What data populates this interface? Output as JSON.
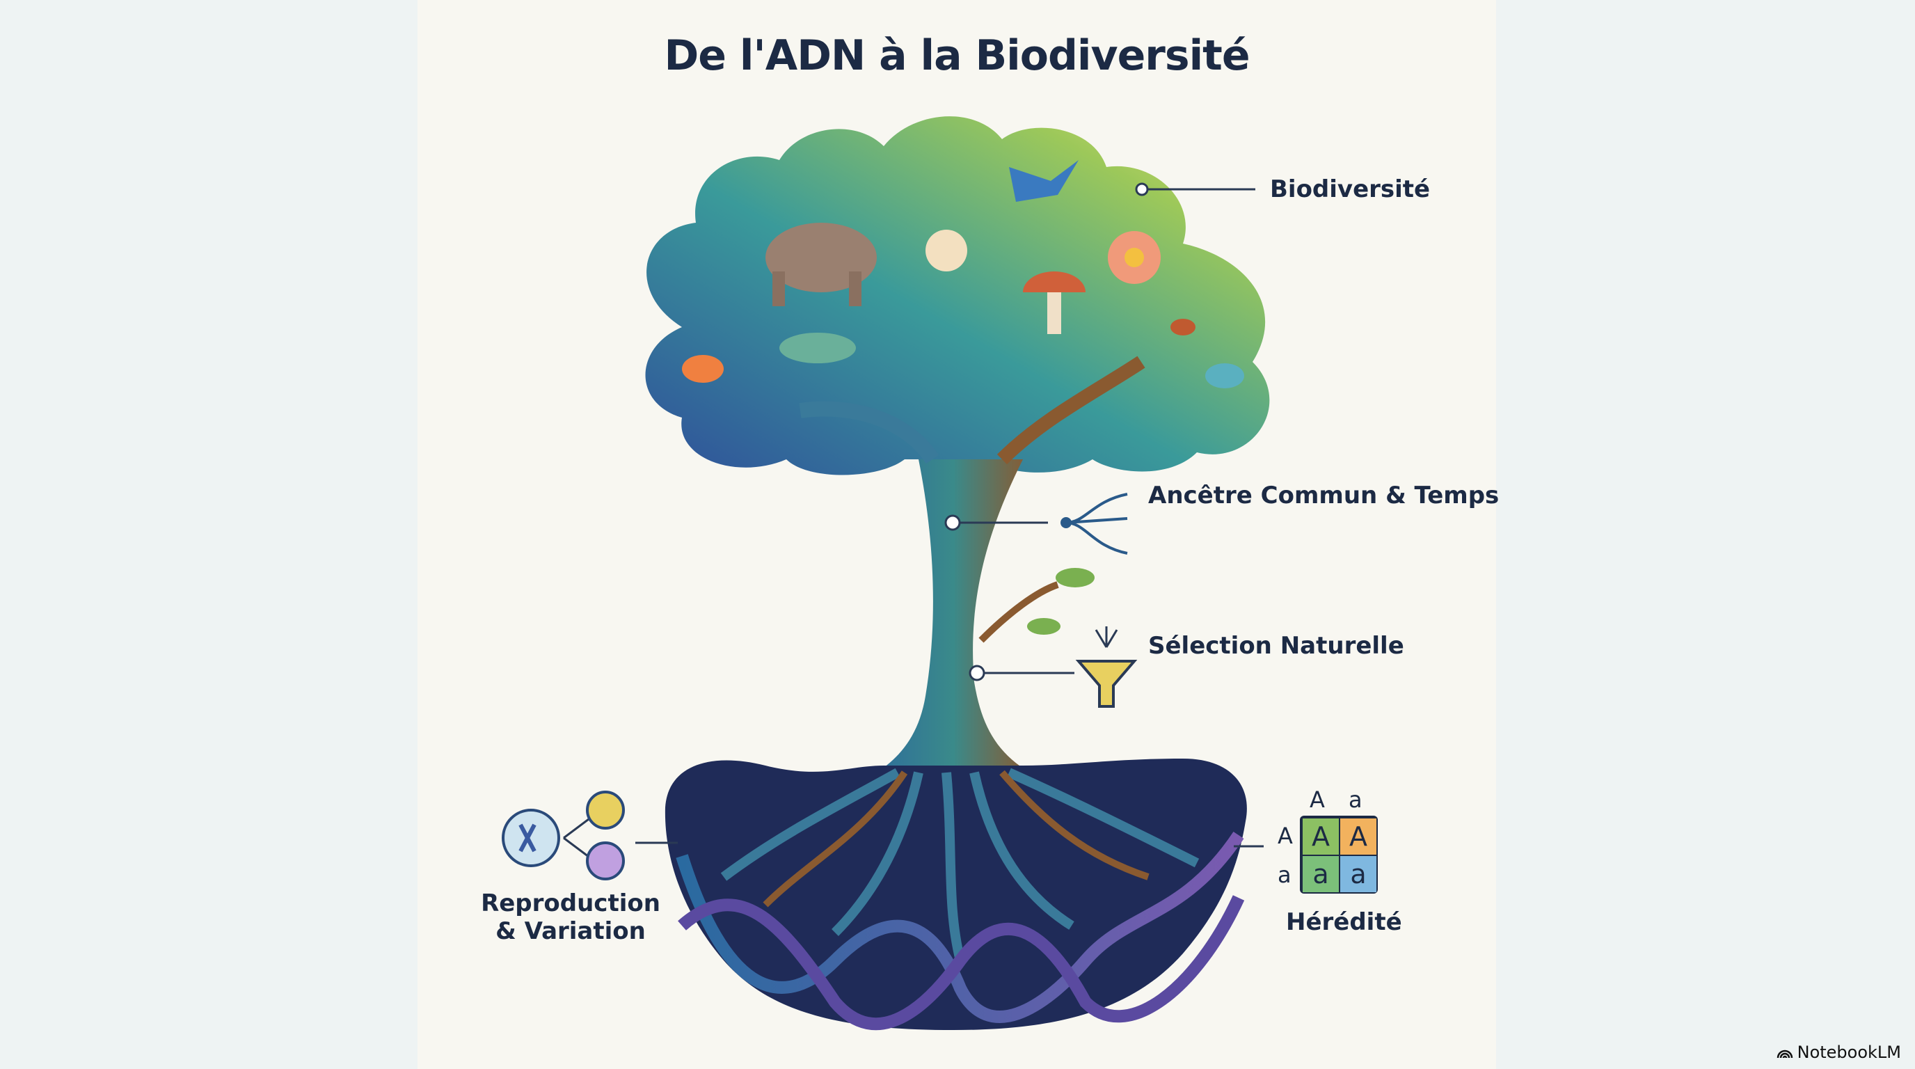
{
  "title": "De l'ADN à la Biodiversité",
  "labels": {
    "biodiversity": "Biodiversité",
    "common_ancestor": "Ancêtre Commun & Temps",
    "natural_selection": "Sélection Naturelle",
    "reproduction_line1": "Reproduction",
    "reproduction_line2": "& Variation",
    "heredity": "Hérédité"
  },
  "punnett": {
    "top": [
      "A",
      "a"
    ],
    "side": [
      "A",
      "a"
    ],
    "cells": [
      "A",
      "A",
      "a",
      "a"
    ],
    "colors": [
      "#8cc063",
      "#f2b25e",
      "#7cc07a",
      "#7fb8e0"
    ]
  },
  "brand": "NotebookLM"
}
